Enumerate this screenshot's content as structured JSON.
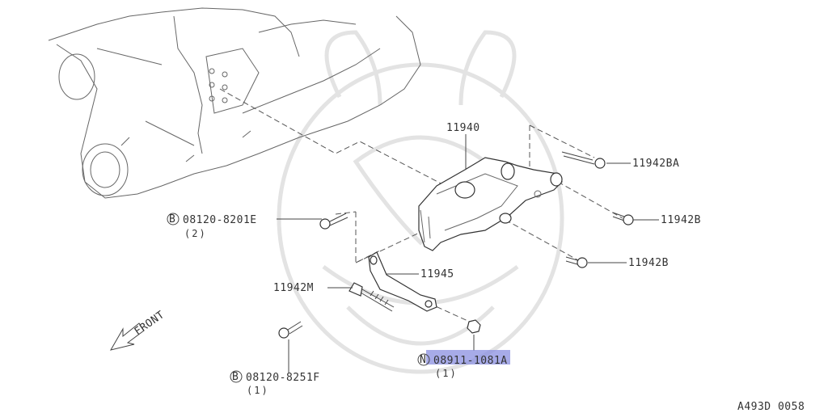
{
  "diagram_code": "A493D 0058",
  "front_label": "FRONT",
  "parts": [
    {
      "number": "11940"
    },
    {
      "number": "11942BA"
    },
    {
      "number": "11942B"
    },
    {
      "number": "11942B"
    },
    {
      "number": "11945"
    },
    {
      "number": "11942M"
    }
  ],
  "fasteners": [
    {
      "prefix": "B",
      "number": "08120-8201E",
      "qty": "(2)"
    },
    {
      "prefix": "B",
      "number": "08120-8251F",
      "qty": "(1)"
    },
    {
      "prefix": "N",
      "number": "08911-1081A",
      "qty": "(1)",
      "highlighted": true
    }
  ],
  "highlight_color": "#8a8fe0"
}
